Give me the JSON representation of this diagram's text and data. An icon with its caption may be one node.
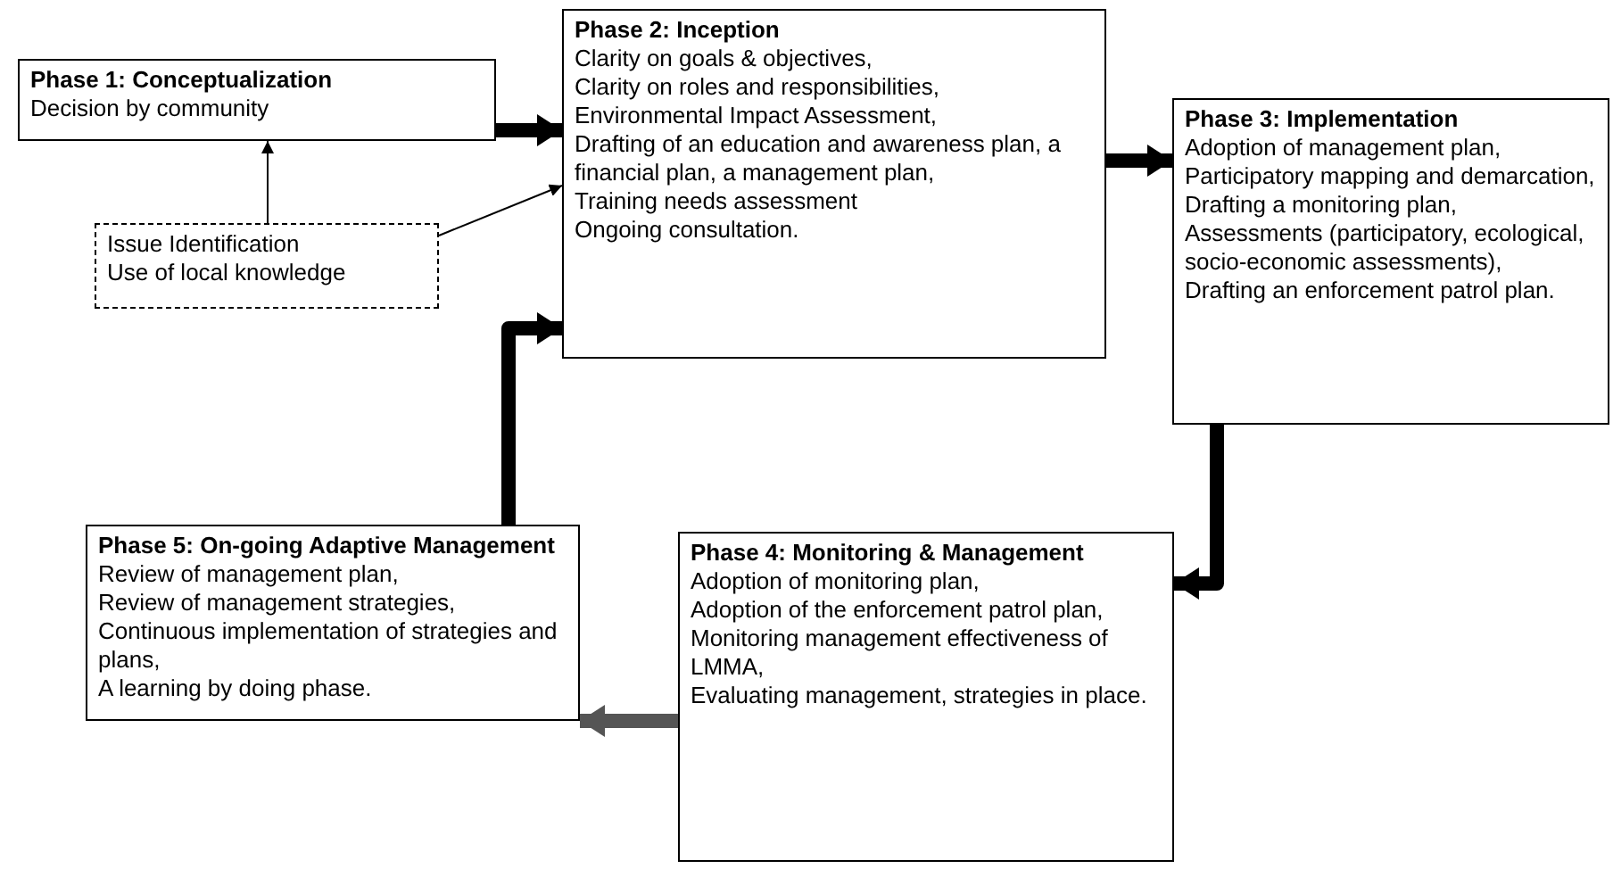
{
  "diagram": {
    "nodes": [
      {
        "text": [
          "Phase 1: Conceptualization",
          "Decision by community"
        ]
      },
      {
        "text": [
          "Phase 2: Inception",
          "Clarity on goals & objectives,",
          "Clarity on roles and responsibilities,",
          "Environmental Impact Assessment,",
          "Drafting of an education and awareness plan, a financial plan, a management plan,",
          "Training needs assessment",
          "Ongoing consultation."
        ]
      },
      {
        "text": [
          "Phase 3: Implementation",
          "Adoption of management plan,",
          "Participatory mapping and demarcation,",
          "Drafting a monitoring plan,",
          "Assessments (participatory, ecological, socio-economic assessments),",
          "Drafting an enforcement patrol plan."
        ]
      },
      {
        "text": [
          "Phase 4: Monitoring & Management",
          "Adoption of monitoring plan,",
          "Adoption of the enforcement patrol plan,",
          "Monitoring management effectiveness of LMMA,",
          "Evaluating management, strategies in place."
        ]
      },
      {
        "text": [
          "Phase 5: On-going Adaptive Management",
          "Review of management plan,",
          "Review of management strategies,",
          "Continuous implementation of strategies and plans,",
          "A learning by doing phase."
        ]
      },
      {
        "text": [
          "Issue Identification",
          "Use of local knowledge"
        ]
      }
    ],
    "edges": [
      {
        "from": 0,
        "to": 1,
        "arrow": "to"
      },
      {
        "from": 5,
        "to": 0,
        "arrow": "to"
      },
      {
        "from": 5,
        "to": 1,
        "arrow": "to"
      },
      {
        "from": 1,
        "to": 2,
        "arrow": "to"
      },
      {
        "from": 2,
        "to": 3,
        "arrow": "to"
      },
      {
        "from": 3,
        "to": 4,
        "arrow": "to",
        "color": "#555555"
      },
      {
        "from": 4,
        "to": 1,
        "arrow": "to"
      }
    ]
  }
}
